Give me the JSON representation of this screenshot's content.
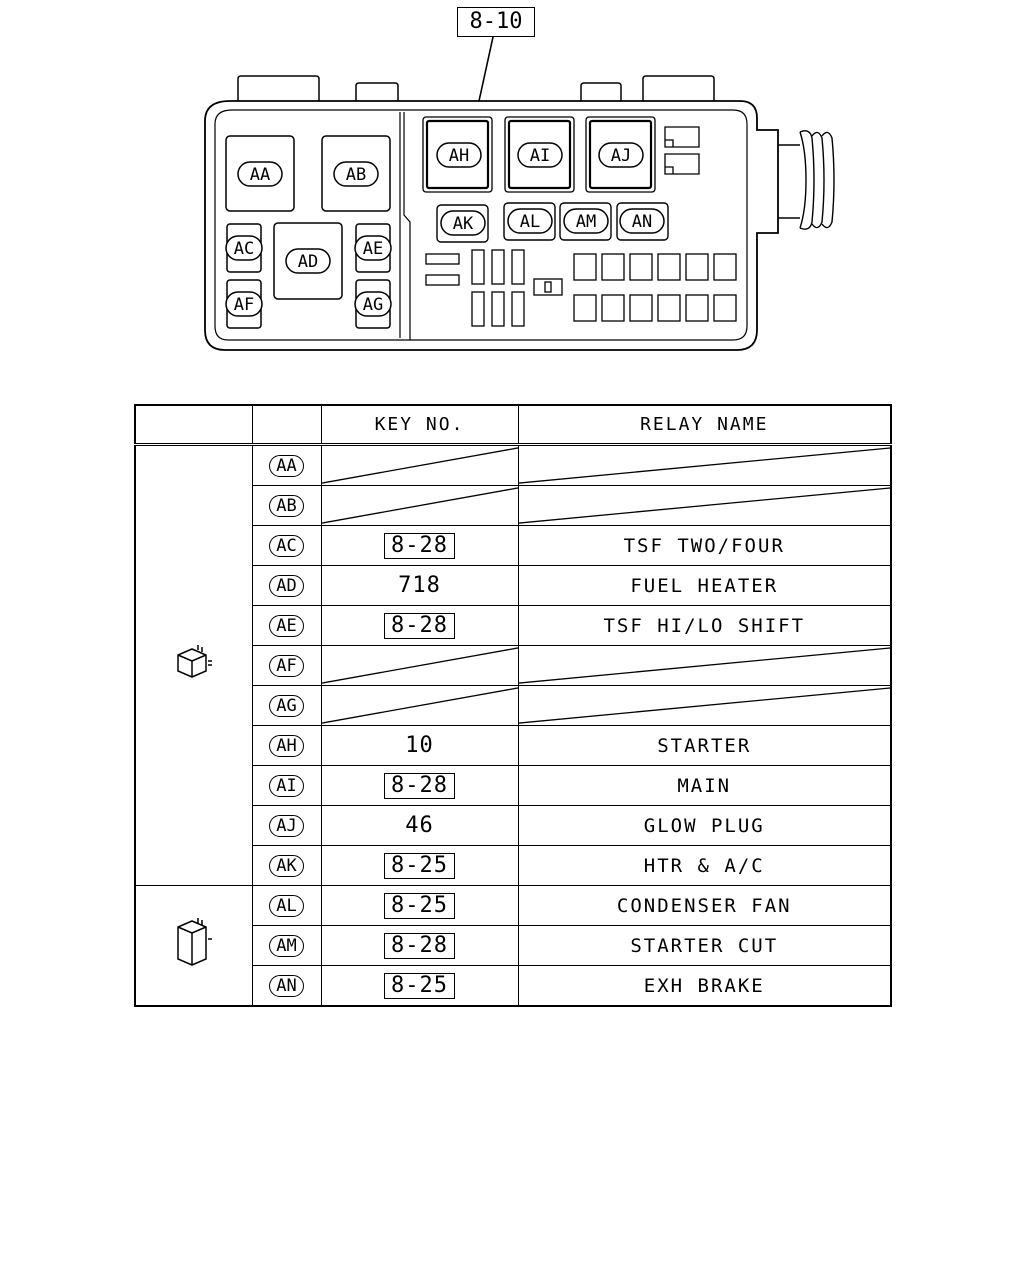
{
  "reference": "8-10",
  "box_labels": [
    "AA",
    "AB",
    "AC",
    "AD",
    "AE",
    "AF",
    "AG",
    "AH",
    "AI",
    "AJ",
    "AK",
    "AL",
    "AM",
    "AN"
  ],
  "table": {
    "headers": {
      "col1": "",
      "col2": "",
      "key_no": "KEY NO.",
      "relay_name": "RELAY NAME"
    },
    "groups": [
      {
        "icon": "relay-small-icon",
        "rows": [
          {
            "id": "AA",
            "key": "",
            "key_style": "none",
            "name": ""
          },
          {
            "id": "AB",
            "key": "",
            "key_style": "none",
            "name": ""
          },
          {
            "id": "AC",
            "key": "8-28",
            "key_style": "boxed",
            "name": "TSF TWO/FOUR"
          },
          {
            "id": "AD",
            "key": "718",
            "key_style": "plain",
            "name": "FUEL HEATER"
          },
          {
            "id": "AE",
            "key": "8-28",
            "key_style": "boxed",
            "name": "TSF HI/LO SHIFT"
          },
          {
            "id": "AF",
            "key": "",
            "key_style": "none",
            "name": ""
          },
          {
            "id": "AG",
            "key": "",
            "key_style": "none",
            "name": ""
          },
          {
            "id": "AH",
            "key": "10",
            "key_style": "plain",
            "name": "STARTER"
          },
          {
            "id": "AI",
            "key": "8-28",
            "key_style": "boxed",
            "name": "MAIN"
          },
          {
            "id": "AJ",
            "key": "46",
            "key_style": "plain",
            "name": "GLOW PLUG"
          },
          {
            "id": "AK",
            "key": "8-25",
            "key_style": "boxed",
            "name": "HTR & A/C"
          }
        ]
      },
      {
        "icon": "relay-tall-icon",
        "rows": [
          {
            "id": "AL",
            "key": "8-25",
            "key_style": "boxed",
            "name": "CONDENSER FAN"
          },
          {
            "id": "AM",
            "key": "8-28",
            "key_style": "boxed",
            "name": "STARTER CUT"
          },
          {
            "id": "AN",
            "key": "8-25",
            "key_style": "boxed",
            "name": "EXH BRAKE"
          }
        ]
      }
    ]
  }
}
